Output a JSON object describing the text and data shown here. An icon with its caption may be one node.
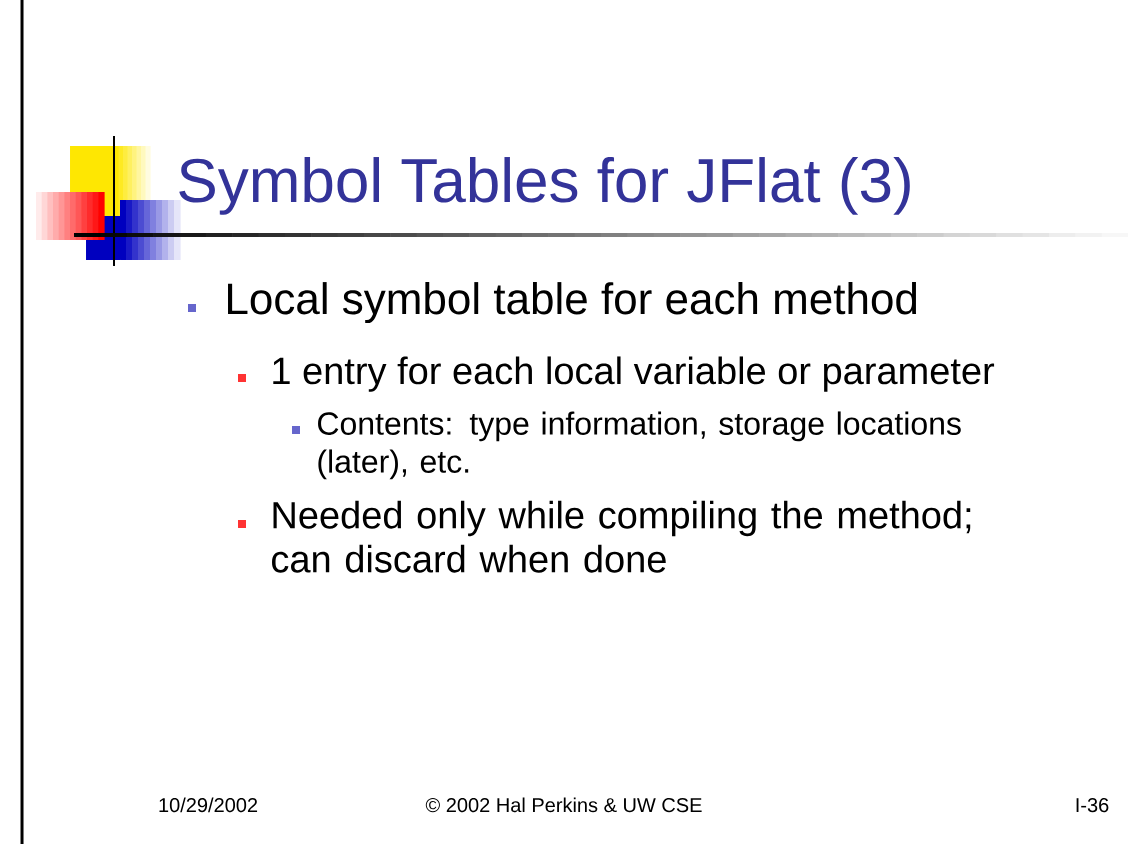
{
  "diagram": {
    "title": "Symbol Tables for JFlat (3)",
    "labels": [
      "Local symbol table for each method",
      "1 entry for each local variable or parameter",
      "Contents: type information, storage locations (later), etc.",
      "Needed only while compiling the method; can discard when done",
      "10/29/2002",
      "© 2002 Hal Perkins & UW CSE",
      "I-36"
    ]
  }
}
